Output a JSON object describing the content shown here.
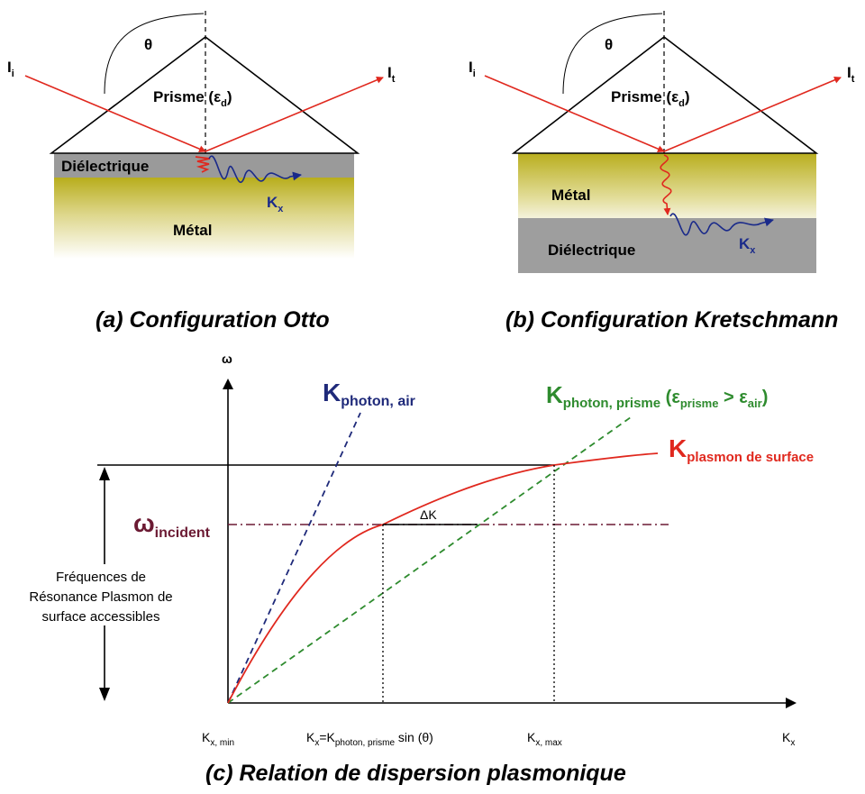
{
  "otto": {
    "theta": "θ",
    "ii_main": "I",
    "ii_sub": "i",
    "it_main": "I",
    "it_sub": "t",
    "prism_main": "Prisme (ε",
    "prism_sub": "d",
    "prism_close": ")",
    "dielectric": "Diélectrique",
    "metal": "Métal",
    "k_main": "K",
    "k_sub": "x",
    "caption": "(a) Configuration Otto"
  },
  "kretschmann": {
    "theta": "θ",
    "ii_main": "I",
    "ii_sub": "i",
    "it_main": "I",
    "it_sub": "t",
    "prism_main": "Prisme (ε",
    "prism_sub": "d",
    "prism_close": ")",
    "metal": "Métal",
    "dielectric": "Diélectrique",
    "k_main": "K",
    "k_sub": "x",
    "caption": "(b) Configuration  Kretschmann"
  },
  "dispersion": {
    "omega_axis": "ω",
    "kx_axis_main": "K",
    "kx_axis_sub": "x",
    "photon_air_main": "K",
    "photon_air_sub": "photon, air",
    "photon_prism_main": "K",
    "photon_prism_sub": "photon, prisme",
    "photon_prism_cond_open": " (ε",
    "photon_prism_cond_sub1": "prisme",
    "photon_prism_cond_gt": " > ε",
    "photon_prism_cond_sub2": "air",
    "photon_prism_cond_close": ")",
    "plasmon_main": "K",
    "plasmon_sub": "plasmon de surface",
    "omega_incident_main": "ω",
    "omega_incident_sub": "incident",
    "delta_k": "ΔK",
    "freq_line1": "Fréquences de",
    "freq_line2": "Résonance Plasmon de",
    "freq_line3": "surface accessibles",
    "kx_min_main": "K",
    "kx_min_sub": "x, min",
    "kx_mid_main": "K",
    "kx_mid_sub1": "x",
    "kx_mid_eq": "=K",
    "kx_mid_sub2": "photon, prisme",
    "kx_mid_tail": " sin (θ)",
    "kx_max_main": "K",
    "kx_max_sub": "x, max",
    "caption": "(c) Relation de dispersion plasmonique",
    "colors": {
      "photon_air": "#1f2a7a",
      "photon_prism": "#2e8b2e",
      "plasmon": "#e0281e",
      "omega_incident": "#6b1a33"
    }
  }
}
